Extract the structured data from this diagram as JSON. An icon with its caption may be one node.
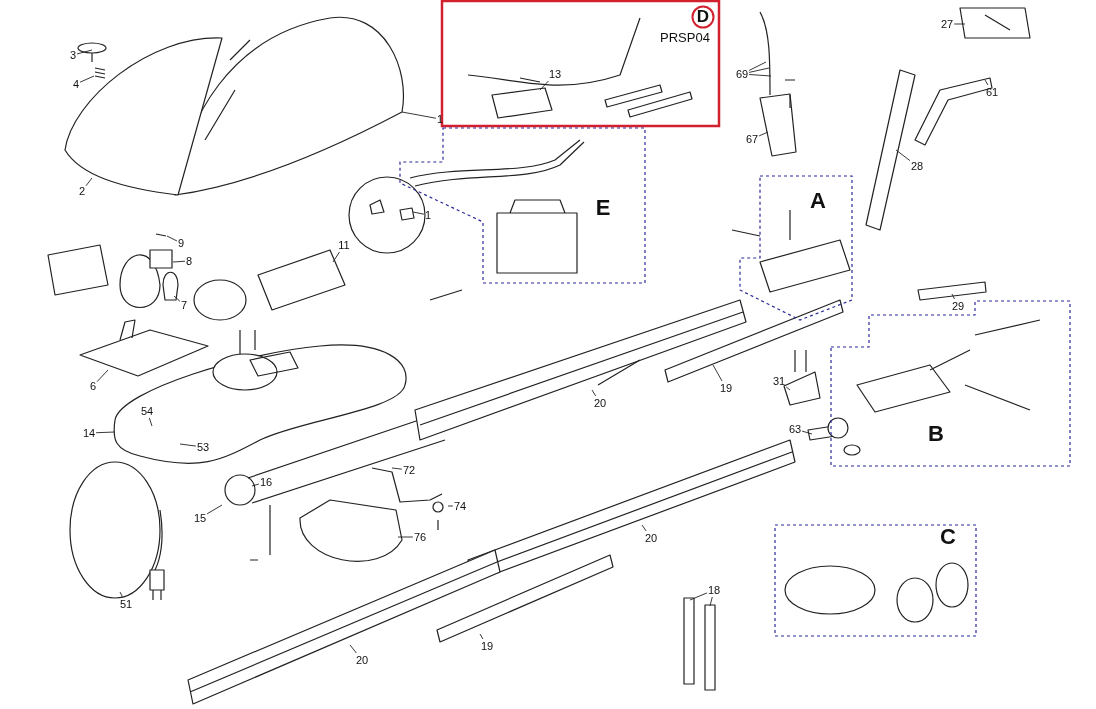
{
  "diagram": {
    "nodes": [
      {
        "text": [
          "D",
          "PRSP04"
        ]
      },
      {
        "text": [
          "13"
        ],
        "in": 0
      },
      {
        "text": [
          "27"
        ]
      },
      {
        "text": [
          "3"
        ]
      },
      {
        "text": [
          "4"
        ]
      },
      {
        "text": [
          "1"
        ]
      },
      {
        "text": [
          "69"
        ]
      },
      {
        "text": [
          "61"
        ]
      },
      {
        "text": [
          "67"
        ]
      },
      {
        "text": [
          "2"
        ]
      },
      {
        "text": [
          "28"
        ]
      },
      {
        "text": [
          "E"
        ]
      },
      {
        "text": [
          "1"
        ]
      },
      {
        "text": [
          "9"
        ]
      },
      {
        "text": [
          "A"
        ]
      },
      {
        "text": [
          "8"
        ]
      },
      {
        "text": [
          "11"
        ]
      },
      {
        "text": [
          "7"
        ]
      },
      {
        "text": [
          "29"
        ]
      },
      {
        "text": [
          "6"
        ]
      },
      {
        "text": [
          "B"
        ]
      },
      {
        "text": [
          "19"
        ]
      },
      {
        "text": [
          "31"
        ]
      },
      {
        "text": [
          "20"
        ]
      },
      {
        "text": [
          "54"
        ]
      },
      {
        "text": [
          "14"
        ]
      },
      {
        "text": [
          "53"
        ]
      },
      {
        "text": [
          "63"
        ]
      },
      {
        "text": [
          "72"
        ]
      },
      {
        "text": [
          "16"
        ]
      },
      {
        "text": [
          "15"
        ]
      },
      {
        "text": [
          "74"
        ]
      },
      {
        "text": [
          "20"
        ]
      },
      {
        "text": [
          "76"
        ]
      },
      {
        "text": [
          "C"
        ]
      },
      {
        "text": [
          "18"
        ]
      },
      {
        "text": [
          "51"
        ]
      },
      {
        "text": [
          "19"
        ]
      },
      {
        "text": [
          "20"
        ]
      }
    ],
    "edges": [
      {
        "from": 1,
        "to": null,
        "arrow": "none"
      },
      {
        "from": 2,
        "to": null,
        "arrow": "none"
      },
      {
        "from": 3,
        "to": null,
        "arrow": "none"
      },
      {
        "from": 4,
        "to": null,
        "arrow": "none"
      },
      {
        "from": 5,
        "to": null,
        "arrow": "none"
      },
      {
        "from": 6,
        "to": null,
        "arrow": "none"
      },
      {
        "from": 6,
        "to": null,
        "arrow": "none"
      },
      {
        "from": 6,
        "to": null,
        "arrow": "none"
      },
      {
        "from": 7,
        "to": null,
        "arrow": "none"
      },
      {
        "from": 8,
        "to": null,
        "arrow": "none"
      },
      {
        "from": 9,
        "to": null,
        "arrow": "none"
      },
      {
        "from": 10,
        "to": null,
        "arrow": "none"
      },
      {
        "from": 12,
        "to": null,
        "arrow": "none"
      },
      {
        "from": 13,
        "to": null,
        "arrow": "none"
      },
      {
        "from": 15,
        "to": null,
        "arrow": "none"
      },
      {
        "from": 16,
        "to": null,
        "arrow": "none"
      },
      {
        "from": 17,
        "to": null,
        "arrow": "none"
      },
      {
        "from": 18,
        "to": null,
        "arrow": "none"
      },
      {
        "from": 19,
        "to": null,
        "arrow": "none"
      },
      {
        "from": 21,
        "to": null,
        "arrow": "none"
      },
      {
        "from": 22,
        "to": null,
        "arrow": "none"
      },
      {
        "from": 23,
        "to": null,
        "arrow": "none"
      },
      {
        "from": 24,
        "to": null,
        "arrow": "none"
      },
      {
        "from": 25,
        "to": null,
        "arrow": "none"
      },
      {
        "from": 26,
        "to": null,
        "arrow": "none"
      },
      {
        "from": 27,
        "to": null,
        "arrow": "none"
      },
      {
        "from": 28,
        "to": null,
        "arrow": "none"
      },
      {
        "from": 29,
        "to": null,
        "arrow": "none"
      },
      {
        "from": 30,
        "to": null,
        "arrow": "none"
      },
      {
        "from": 31,
        "to": null,
        "arrow": "none"
      },
      {
        "from": 32,
        "to": null,
        "arrow": "none"
      },
      {
        "from": 33,
        "to": null,
        "arrow": "none"
      },
      {
        "from": 35,
        "to": null,
        "arrow": "none"
      },
      {
        "from": 35,
        "to": null,
        "arrow": "none"
      },
      {
        "from": 36,
        "to": null,
        "arrow": "none"
      },
      {
        "from": 37,
        "to": null,
        "arrow": "none"
      },
      {
        "from": 38,
        "to": null,
        "arrow": "none"
      }
    ]
  }
}
